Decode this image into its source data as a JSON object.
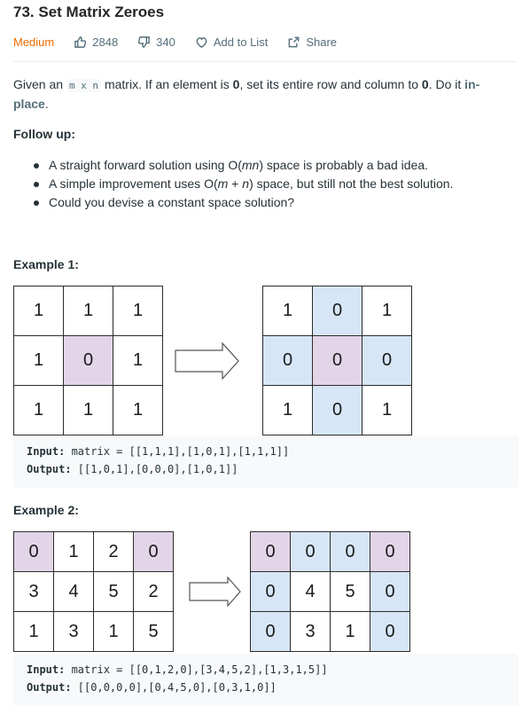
{
  "problem": {
    "title": "73. Set Matrix Zeroes",
    "difficulty": "Medium",
    "likes": "2848",
    "dislikes": "340",
    "add_to_list": "Add to List",
    "share": "Share"
  },
  "description": {
    "p1_a": "Given an ",
    "p1_code": "m x n",
    "p1_b": " matrix. If an element is ",
    "p1_zero1": "0",
    "p1_c": ", set its entire row and column to ",
    "p1_zero2": "0",
    "p1_d": ". Do it ",
    "p1_link": "in-place",
    "p1_e": ".",
    "follow_up": "Follow up:",
    "bullets": [
      {
        "a": "A straight forward solution using O(",
        "i": "mn",
        "b": ") space is probably a bad idea."
      },
      {
        "a": "A simple improvement uses O(",
        "i": "m",
        "m": " + ",
        "i2": "n",
        "b": ") space, but still not the best solution."
      },
      {
        "a": "Could you devise a constant space solution?"
      }
    ]
  },
  "example1": {
    "title": "Example 1:",
    "before": [
      [
        "1",
        "1",
        "1"
      ],
      [
        "1",
        "0",
        "1"
      ],
      [
        "1",
        "1",
        "1"
      ]
    ],
    "after": [
      [
        "1",
        "0",
        "1"
      ],
      [
        "0",
        "0",
        "0"
      ],
      [
        "1",
        "0",
        "1"
      ]
    ],
    "input_label": "Input:",
    "input_value": " matrix = [[1,1,1],[1,0,1],[1,1,1]]",
    "output_label": "Output:",
    "output_value": " [[1,0,1],[0,0,0],[1,0,1]]"
  },
  "example2": {
    "title": "Example 2:",
    "before": [
      [
        "0",
        "1",
        "2",
        "0"
      ],
      [
        "3",
        "4",
        "5",
        "2"
      ],
      [
        "1",
        "3",
        "1",
        "5"
      ]
    ],
    "after": [
      [
        "0",
        "0",
        "0",
        "0"
      ],
      [
        "0",
        "4",
        "5",
        "0"
      ],
      [
        "0",
        "3",
        "1",
        "0"
      ]
    ],
    "input_label": "Input:",
    "input_value": " matrix = [[0,1,2,0],[3,4,5,2],[1,3,1,5]]",
    "output_label": "Output:",
    "output_value": " [[0,0,0,0],[0,4,5,0],[0,3,1,0]]"
  },
  "colors": {
    "zero_cell": "#e3d5e8",
    "affected_cell": "#d6e6f7",
    "difficulty": "#ef6c00"
  }
}
